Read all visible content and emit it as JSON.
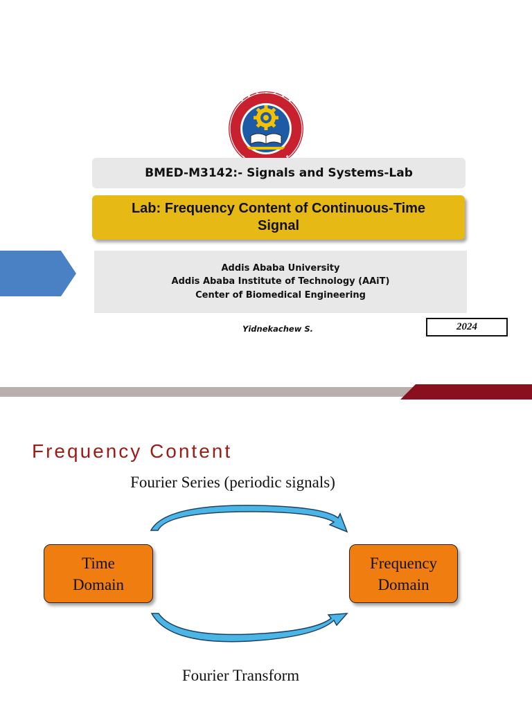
{
  "slide1": {
    "logo": {
      "icon": "university-seal-icon",
      "colors": {
        "ring": "#c8202e",
        "inner": "#1f5aa6",
        "gear": "#f2c200"
      }
    },
    "course_title": "BMED-M3142:- Signals and Systems-Lab",
    "lab_title_line1": "Lab: Frequency Content of Continuous-Time",
    "lab_title_line2": "Signal",
    "institution_lines": [
      "Addis Ababa University",
      "Addis Ababa Institute of Technology (AAiT)",
      "Center of Biomedical Engineering"
    ],
    "author": "Yidnekachew S.",
    "year": "2024",
    "colors": {
      "lab_box": "#e7b914",
      "chevron": "#4a81c4",
      "divider_gray": "#b9b0ad",
      "divider_red": "#8a0f1f"
    }
  },
  "slide2": {
    "heading": "Frequency Content",
    "top_arrow_label": "Fourier Series (periodic signals)",
    "bottom_arrow_label": "Fourier Transform",
    "left_node": [
      "Time",
      "Domain"
    ],
    "right_node": [
      "Frequency",
      "Domain"
    ],
    "colors": {
      "heading": "#9b1b17",
      "node_fill": "#ef7d10",
      "arrow_fill": "#4bb6e6"
    }
  }
}
